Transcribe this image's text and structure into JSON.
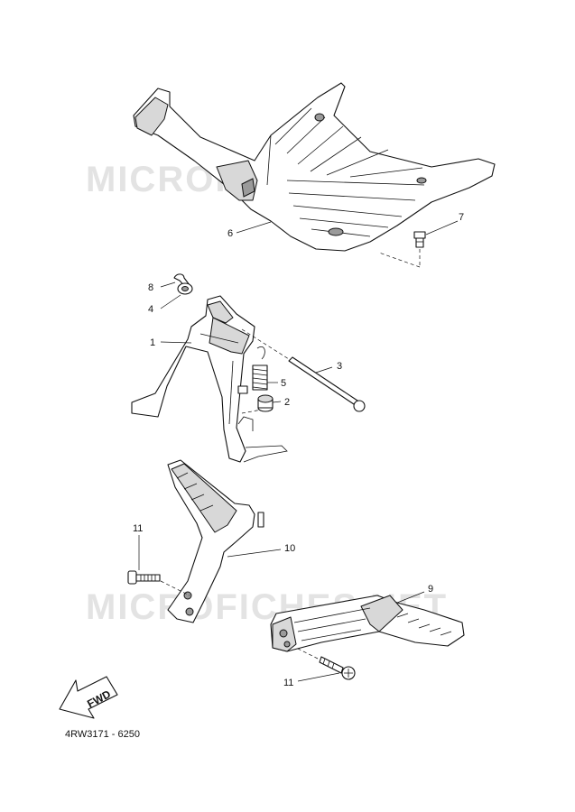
{
  "watermark": {
    "text": "MICROFICHES.NET",
    "color": "#e3e3e3"
  },
  "callouts": {
    "c1": "1",
    "c2": "2",
    "c3": "3",
    "c4": "4",
    "c5": "5",
    "c6": "6",
    "c7": "7",
    "c8": "8",
    "c9": "9",
    "c10": "10",
    "c11a": "11",
    "c11b": "11"
  },
  "fwd_label": "FWD",
  "document_code": "4RW3171 - 6250"
}
